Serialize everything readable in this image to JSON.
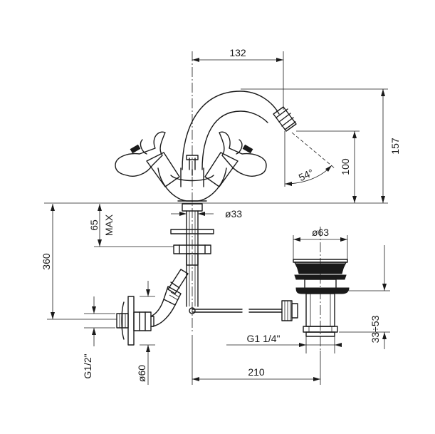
{
  "dimensions": {
    "top_width": "132",
    "height_total": "157",
    "height_spout": "100",
    "angle": "54°",
    "thread_diameter": "ø33",
    "max_height": "65",
    "max_label": "MAX",
    "depth": "360",
    "pipe_thread": "G1/2\"",
    "flange_diameter": "ø60",
    "waste_diameter": "ø63",
    "waste_thread": "G1  1/4\"",
    "waste_adjust": "33÷53",
    "horizontal_span": "210"
  },
  "colors": {
    "line": "#1a1a1a",
    "background": "#ffffff"
  }
}
